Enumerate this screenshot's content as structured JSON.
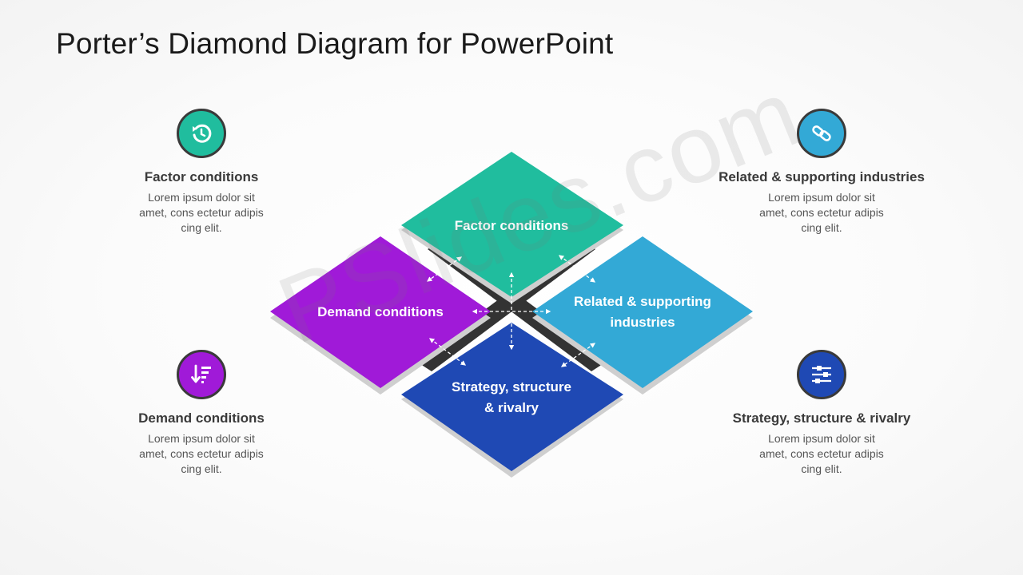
{
  "title": "Porter’s Diamond Diagram for PowerPoint",
  "watermark": "PSlides.com",
  "colors": {
    "factor": "#20bd9e",
    "demand": "#a01ad8",
    "related": "#33a9d6",
    "strategy": "#1f49b4",
    "cross": "#333333"
  },
  "diamonds": {
    "factor": "Factor conditions",
    "demand": "Demand conditions",
    "related_line1": "Related & supporting",
    "related_line2": "industries",
    "strategy_line1": "Strategy, structure",
    "strategy_line2": "& rivalry"
  },
  "cards": {
    "factor": {
      "icon": "refresh-icon",
      "title": "Factor conditions",
      "line1": "Lorem ipsum dolor sit",
      "line2": "amet, cons ectetur adipis",
      "line3": "cing elit."
    },
    "related": {
      "icon": "link-icon",
      "title": "Related & supporting  industries",
      "line1": "Lorem ipsum dolor sit",
      "line2": "amet, cons ectetur adipis",
      "line3": "cing elit."
    },
    "demand": {
      "icon": "sort-descending-icon",
      "title": "Demand conditions",
      "line1": "Lorem ipsum dolor sit",
      "line2": "amet, cons ectetur adipis",
      "line3": "cing elit."
    },
    "strategy": {
      "icon": "sliders-icon",
      "title": "Strategy, structure  & rivalry",
      "line1": "Lorem ipsum dolor sit",
      "line2": "amet, cons ectetur adipis",
      "line3": "cing elit."
    }
  }
}
